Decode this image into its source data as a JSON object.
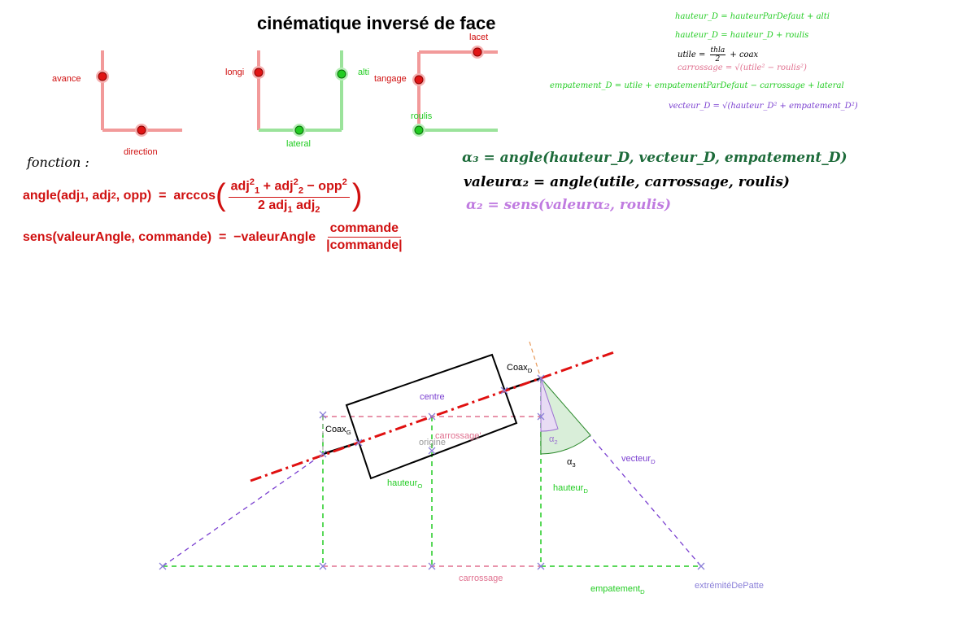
{
  "title": "cinématique inversé de face",
  "controls": {
    "avance": "avance",
    "direction": "direction",
    "longi": "longi",
    "alti": "alti",
    "lateral": "lateral",
    "lacet": "lacet",
    "tangage": "tangage",
    "roulis": "roulis"
  },
  "formulas": {
    "fonction": "fonction :",
    "angle_lhs": "angle(adj",
    "angle_arccos": "arccos",
    "angle_num": "adj",
    "angle_den": "2 adj",
    "sens_lhs": "sens(valeurAngle, commande)",
    "sens_rhs": "−valeurAngle",
    "sens_num": "commande",
    "sens_den": "|commande|",
    "alpha3": "α₃ = angle(hauteur_D, vecteur_D, empatement_D)",
    "valeur_alpha2": "valeurα₂ = angle(utile, carrossage, roulis)",
    "alpha2": "α₂ = sens(valeurα₂, roulis)"
  },
  "side_formulas": {
    "f1": "hauteur_D = hauteurParDefaut + alti",
    "f2": "hauteur_D = hauteur_D + roulis",
    "f3_lhs": "utile =",
    "f3_num": "thla",
    "f3_den": "2",
    "f3_rhs": "+ coax",
    "f4": "carrossage = √(utile² − roulis²)",
    "f5": "empatement_D = utile + empatementParDefaut − carrossage + lateral",
    "f6": "vecteur_D = √(hauteur_D² + empatement_D²)"
  },
  "diagram_labels": {
    "coax_d": "Coax",
    "coax_d_sub": "D",
    "coax_g": "Coax",
    "coax_g_sub": "G",
    "centre": "centre",
    "carrossage_prime": "carrossage'",
    "origine": "origine",
    "hauteur_o": "hauteur",
    "hauteur_o_sub": "O",
    "hauteur_d": "hauteur",
    "hauteur_d_sub": "D",
    "alpha2": "α",
    "alpha2_sub": "2",
    "alpha3": "α",
    "alpha3_sub": "3",
    "vecteur_d": "vecteur",
    "vecteur_d_sub": "D",
    "carrossage": "carrossage",
    "empatement_d": "empatement",
    "empatement_d_sub": "D",
    "extremite": "extrémitéDePatte"
  },
  "colors": {
    "red": "#d01010",
    "green": "#22cc22",
    "pink": "#e0708f",
    "purple": "#7a3fd0",
    "blue_purple": "#8a7fd8",
    "dark_green": "#1d6b3a",
    "light_purple": "#c07be0"
  }
}
